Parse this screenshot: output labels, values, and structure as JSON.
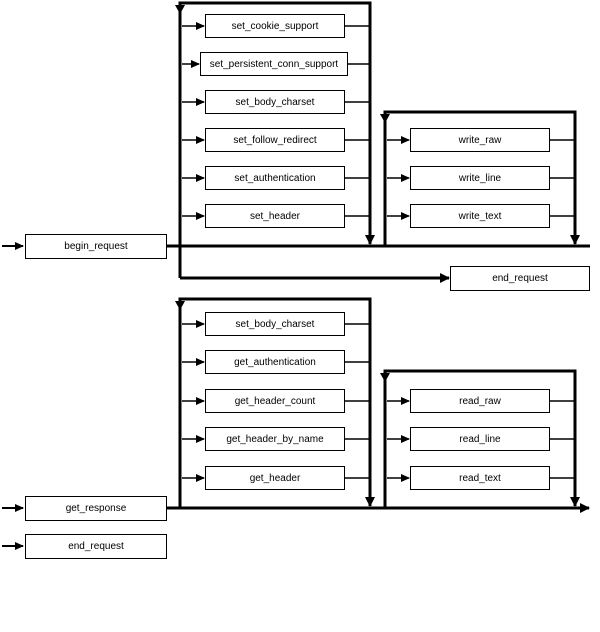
{
  "diagram": {
    "labels": {
      "begin_request": "begin_request",
      "end_request": "end_request",
      "get_response": "get_response"
    },
    "request_setters": [
      "set_cookie_support",
      "set_persistent_conn_support",
      "set_body_charset",
      "set_follow_redirect",
      "set_authentication",
      "set_header"
    ],
    "write_functions": [
      "write_raw",
      "write_line",
      "write_text"
    ],
    "response_functions": [
      "set_body_charset",
      "get_authentication",
      "get_header_count",
      "get_header_by_name",
      "get_header"
    ],
    "read_functions": [
      "read_raw",
      "read_line",
      "read_text"
    ],
    "colors": {
      "line": "#000000",
      "box_fill": "#ffffff",
      "box_border": "#000000"
    }
  }
}
